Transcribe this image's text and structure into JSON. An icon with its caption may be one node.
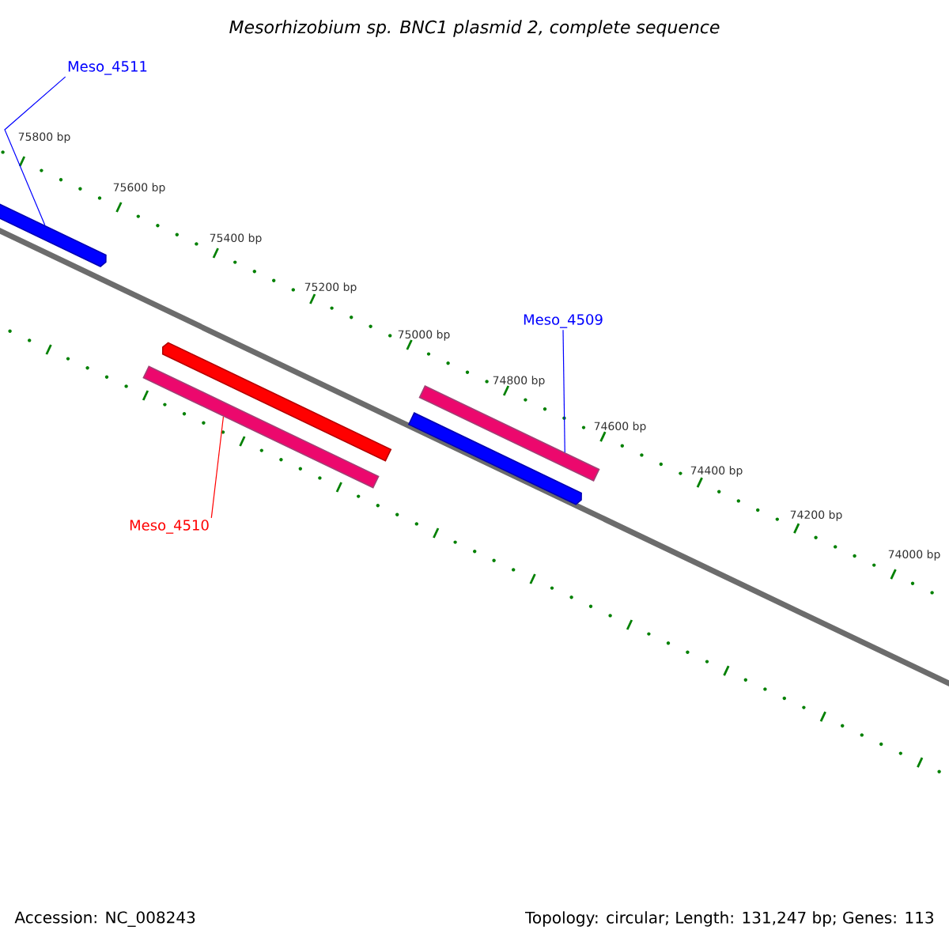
{
  "diagram": {
    "title": "Mesorhizobium sp. BNC1 plasmid 2, complete sequence",
    "nodes": [
      {
        "text": [
          "Meso_4511"
        ]
      },
      {
        "text": [
          "Meso_4509"
        ]
      },
      {
        "text": [
          "Meso_4510"
        ]
      },
      {
        "text": [],
        "shape": "bar"
      },
      {
        "text": [],
        "shape": "bar"
      },
      {
        "text": [],
        "shape": "bar"
      },
      {
        "text": [],
        "shape": "bar"
      },
      {
        "text": [],
        "shape": "bar"
      }
    ],
    "edges": [
      {
        "from": 0,
        "to": 3,
        "arrow": "none",
        "color": "#0000ff"
      },
      {
        "from": 1,
        "to": 6,
        "arrow": "none",
        "color": "#0000ff"
      },
      {
        "from": 2,
        "to": 5,
        "arrow": "none",
        "color": "#ff0000"
      }
    ],
    "labels": [
      "75800 bp",
      "75600 bp",
      "75400 bp",
      "75200 bp",
      "75000 bp",
      "74800 bp",
      "74600 bp",
      "74400 bp",
      "74200 bp",
      "74000 bp",
      "Accession: NC_008243",
      "Topology: circular; Length: 131,247 bp; Genes: 113"
    ]
  }
}
